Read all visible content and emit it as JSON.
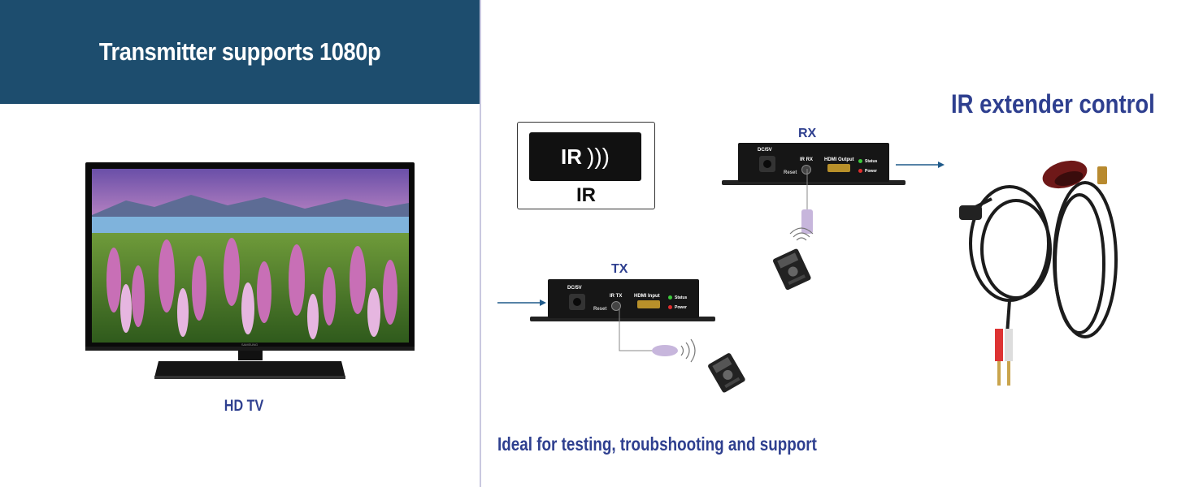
{
  "banner": {
    "title": "Transmitter supports 1080p"
  },
  "tv": {
    "caption": "HD TV",
    "brand": "SAMSUNG"
  },
  "ir_badge": {
    "symbol_text": "IR",
    "label": "IR"
  },
  "rx_device": {
    "title": "RX",
    "labels": {
      "dc": "DC/5V",
      "reset": "Reset",
      "ir": "IR RX",
      "hdmi": "HDMI Output",
      "status": "Status",
      "power": "Power"
    }
  },
  "tx_device": {
    "title": "TX",
    "labels": {
      "dc": "DC/5V",
      "reset": "Reset",
      "ir": "IR TX",
      "hdmi": "HDMI Input",
      "status": "Status",
      "power": "Power"
    }
  },
  "headline_right": "IR extender control",
  "footer_caption": "Ideal for testing, troubshooting and support",
  "colors": {
    "banner": "#1d4d6e",
    "caption": "#2e3f8f",
    "divider": "#c9c8e0",
    "arrow": "#1f5a8a"
  }
}
